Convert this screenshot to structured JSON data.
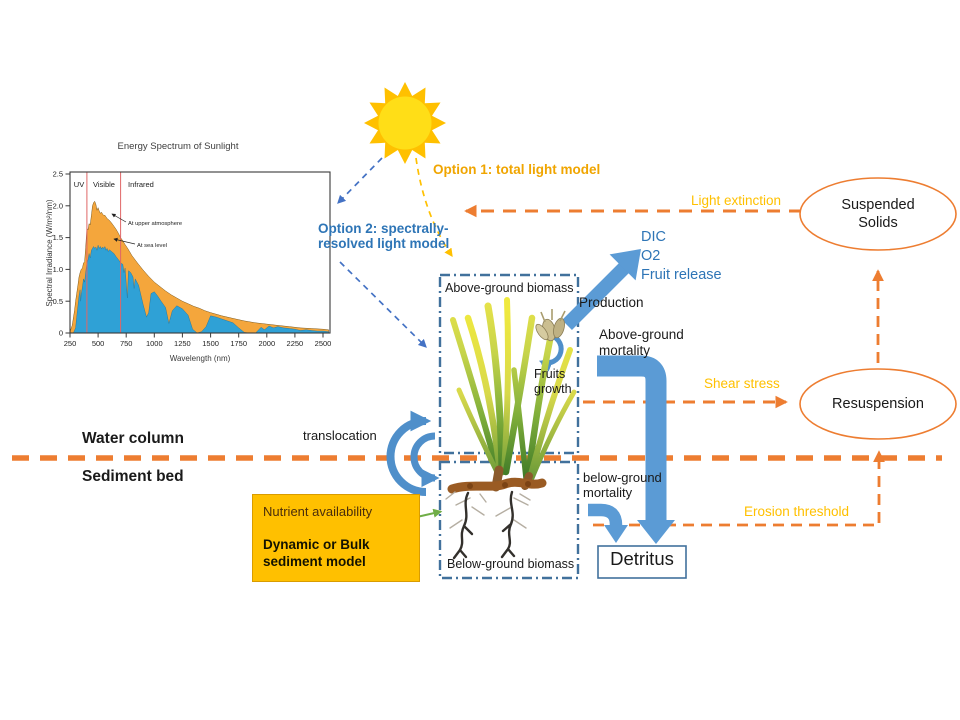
{
  "labels": {
    "option1": "Option 1: total light model",
    "option2_l1": "Option 2: spectrally-",
    "option2_l2": "resolved light model",
    "dic": "DIC",
    "o2": "O2",
    "fruit_release": "Fruit release",
    "production": "Production",
    "ag_mortality_l1": "Above-ground",
    "ag_mortality_l2": "mortality",
    "fruits_l1": "Fruits",
    "fruits_l2": "growth",
    "ag_biomass": "Above-ground biomass",
    "bg_biomass": "Below-ground biomass",
    "bg_mortality_l1": "below-ground",
    "bg_mortality_l2": "mortality",
    "translocation": "translocation",
    "water_column": "Water column",
    "sediment_bed": "Sediment bed",
    "light_extinction": "Light extinction",
    "shear_stress": "Shear stress",
    "erosion_threshold": "Erosion threshold",
    "suspended_l1": "Suspended",
    "suspended_l2": "Solids",
    "resuspension": "Resuspension",
    "detritus": "Detritus",
    "nutrient_l1": "Nutrient availability",
    "nutrient_l2": "Dynamic or Bulk",
    "nutrient_l3": "sediment model"
  },
  "colors": {
    "orange_dashed": "#ED7D31",
    "gold_label": "#FFC000",
    "blue_label": "#2E75B6",
    "thick_arrow_blue": "#5B9BD5",
    "box_border_blue": "#41719C",
    "nutrient_fill": "#FFC000",
    "sun_rays": "#FFC000",
    "sun_disc": "#FFDE17",
    "green_arrow": "#70AD47",
    "spectrum_upper": "#F4A63C",
    "spectrum_sea": "#2FA1D6"
  },
  "chart_data": {
    "type": "area",
    "title": "Energy Spectrum of Sunlight",
    "xlabel": "Wavelength (nm)",
    "ylabel": "Spectral Irradiance (W/m²/nm)",
    "xlim": [
      250,
      2600
    ],
    "ylim": [
      0,
      2.5
    ],
    "x_ticks": [
      250,
      500,
      750,
      1000,
      1250,
      1500,
      1750,
      2000,
      2250,
      2500
    ],
    "y_ticks": [
      0,
      0.5,
      1.0,
      1.5,
      2.0,
      2.5
    ],
    "y_tick_labels": [
      "0",
      "0.5",
      "1.0",
      "1.5",
      "2.0",
      "2.5"
    ],
    "regions": [
      {
        "label": "UV",
        "from": 250,
        "to": 400
      },
      {
        "label": "Visible",
        "from": 400,
        "to": 700
      },
      {
        "label": "Infrared",
        "from": 700,
        "to": 2600
      }
    ],
    "series": [
      {
        "name": "At upper atmosphere",
        "color": "#F4A63C",
        "points": [
          [
            250,
            0.02
          ],
          [
            270,
            0.12
          ],
          [
            290,
            0.35
          ],
          [
            300,
            0.5
          ],
          [
            310,
            0.62
          ],
          [
            320,
            0.75
          ],
          [
            330,
            0.88
          ],
          [
            340,
            0.95
          ],
          [
            350,
            1.0
          ],
          [
            360,
            1.02
          ],
          [
            370,
            1.1
          ],
          [
            380,
            1.12
          ],
          [
            390,
            1.35
          ],
          [
            400,
            1.65
          ],
          [
            410,
            1.62
          ],
          [
            420,
            1.72
          ],
          [
            430,
            1.7
          ],
          [
            440,
            1.85
          ],
          [
            450,
            2.0
          ],
          [
            460,
            2.05
          ],
          [
            470,
            2.07
          ],
          [
            480,
            2.02
          ],
          [
            490,
            1.93
          ],
          [
            500,
            1.97
          ],
          [
            510,
            1.92
          ],
          [
            520,
            1.88
          ],
          [
            530,
            1.9
          ],
          [
            540,
            1.87
          ],
          [
            550,
            1.85
          ],
          [
            560,
            1.85
          ],
          [
            580,
            1.8
          ],
          [
            600,
            1.77
          ],
          [
            620,
            1.73
          ],
          [
            640,
            1.68
          ],
          [
            660,
            1.63
          ],
          [
            680,
            1.57
          ],
          [
            700,
            1.5
          ],
          [
            720,
            1.45
          ],
          [
            740,
            1.39
          ],
          [
            760,
            1.34
          ],
          [
            780,
            1.28
          ],
          [
            800,
            1.22
          ],
          [
            850,
            1.1
          ],
          [
            900,
            0.99
          ],
          [
            950,
            0.89
          ],
          [
            1000,
            0.8
          ],
          [
            1050,
            0.73
          ],
          [
            1100,
            0.66
          ],
          [
            1150,
            0.6
          ],
          [
            1200,
            0.55
          ],
          [
            1250,
            0.5
          ],
          [
            1300,
            0.46
          ],
          [
            1350,
            0.42
          ],
          [
            1400,
            0.39
          ],
          [
            1450,
            0.35
          ],
          [
            1500,
            0.32
          ],
          [
            1600,
            0.27
          ],
          [
            1700,
            0.23
          ],
          [
            1800,
            0.19
          ],
          [
            1900,
            0.16
          ],
          [
            2000,
            0.14
          ],
          [
            2100,
            0.12
          ],
          [
            2200,
            0.1
          ],
          [
            2300,
            0.08
          ],
          [
            2400,
            0.07
          ],
          [
            2500,
            0.06
          ],
          [
            2550,
            0.05
          ]
        ]
      },
      {
        "name": "At sea level",
        "color": "#2FA1D6",
        "points": [
          [
            280,
            0.0
          ],
          [
            300,
            0.08
          ],
          [
            310,
            0.25
          ],
          [
            320,
            0.42
          ],
          [
            330,
            0.58
          ],
          [
            340,
            0.68
          ],
          [
            345,
            0.5
          ],
          [
            350,
            0.6
          ],
          [
            360,
            0.72
          ],
          [
            370,
            0.85
          ],
          [
            380,
            0.8
          ],
          [
            390,
            0.95
          ],
          [
            400,
            1.1
          ],
          [
            410,
            1.15
          ],
          [
            420,
            1.25
          ],
          [
            430,
            1.18
          ],
          [
            440,
            1.3
          ],
          [
            450,
            1.33
          ],
          [
            460,
            1.36
          ],
          [
            470,
            1.33
          ],
          [
            480,
            1.35
          ],
          [
            490,
            1.3
          ],
          [
            500,
            1.38
          ],
          [
            510,
            1.33
          ],
          [
            520,
            1.36
          ],
          [
            530,
            1.32
          ],
          [
            540,
            1.35
          ],
          [
            550,
            1.33
          ],
          [
            560,
            1.36
          ],
          [
            570,
            1.3
          ],
          [
            580,
            1.33
          ],
          [
            590,
            1.28
          ],
          [
            600,
            1.31
          ],
          [
            620,
            1.28
          ],
          [
            640,
            1.25
          ],
          [
            660,
            1.2
          ],
          [
            690,
            1.13
          ],
          [
            700,
            1.1
          ],
          [
            720,
            1.08
          ],
          [
            730,
            0.95
          ],
          [
            740,
            1.02
          ],
          [
            760,
            0.55
          ],
          [
            770,
            0.98
          ],
          [
            790,
            0.95
          ],
          [
            810,
            0.88
          ],
          [
            820,
            0.7
          ],
          [
            830,
            0.85
          ],
          [
            860,
            0.75
          ],
          [
            900,
            0.45
          ],
          [
            930,
            0.25
          ],
          [
            950,
            0.32
          ],
          [
            970,
            0.62
          ],
          [
            1000,
            0.65
          ],
          [
            1030,
            0.58
          ],
          [
            1060,
            0.5
          ],
          [
            1100,
            0.4
          ],
          [
            1130,
            0.15
          ],
          [
            1160,
            0.35
          ],
          [
            1200,
            0.43
          ],
          [
            1250,
            0.38
          ],
          [
            1300,
            0.28
          ],
          [
            1340,
            0.06
          ],
          [
            1380,
            0.0
          ],
          [
            1420,
            0.02
          ],
          [
            1460,
            0.1
          ],
          [
            1500,
            0.27
          ],
          [
            1550,
            0.25
          ],
          [
            1600,
            0.22
          ],
          [
            1650,
            0.19
          ],
          [
            1700,
            0.16
          ],
          [
            1750,
            0.08
          ],
          [
            1800,
            0.01
          ],
          [
            1850,
            0.0
          ],
          [
            1900,
            0.0
          ],
          [
            1950,
            0.09
          ],
          [
            1980,
            0.05
          ],
          [
            2020,
            0.11
          ],
          [
            2060,
            0.08
          ],
          [
            2100,
            0.1
          ],
          [
            2150,
            0.08
          ],
          [
            2200,
            0.07
          ],
          [
            2250,
            0.06
          ],
          [
            2300,
            0.04
          ],
          [
            2350,
            0.05
          ],
          [
            2400,
            0.04
          ],
          [
            2450,
            0.03
          ],
          [
            2500,
            0.03
          ],
          [
            2550,
            0.02
          ]
        ]
      }
    ]
  }
}
